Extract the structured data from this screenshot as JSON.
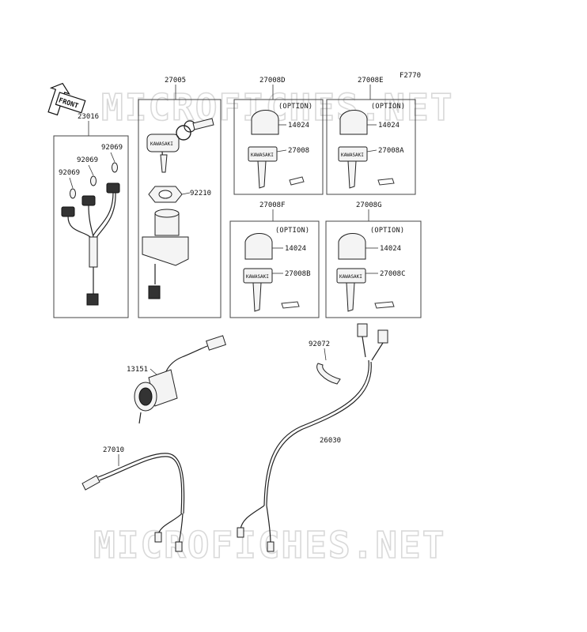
{
  "figure_code": "F2770",
  "front_label": "FRONT",
  "watermark": "MICROFICHES.NET",
  "option_label": "(OPTION)",
  "key_stamp": "KAWASAKI",
  "parts": {
    "p23016": "23016",
    "p92069a": "92069",
    "p92069b": "92069",
    "p92069c": "92069",
    "p27005": "27005",
    "p92210": "92210",
    "p27008D": "27008D",
    "p27008E": "27008E",
    "p27008F": "27008F",
    "p27008G": "27008G",
    "p14024a": "14024",
    "p14024b": "14024",
    "p14024c": "14024",
    "p14024d": "14024",
    "p27008": "27008",
    "p27008A": "27008A",
    "p27008B": "27008B",
    "p27008C": "27008C",
    "p13151": "13151",
    "p92072": "92072",
    "p27010": "27010",
    "p26030": "26030"
  }
}
